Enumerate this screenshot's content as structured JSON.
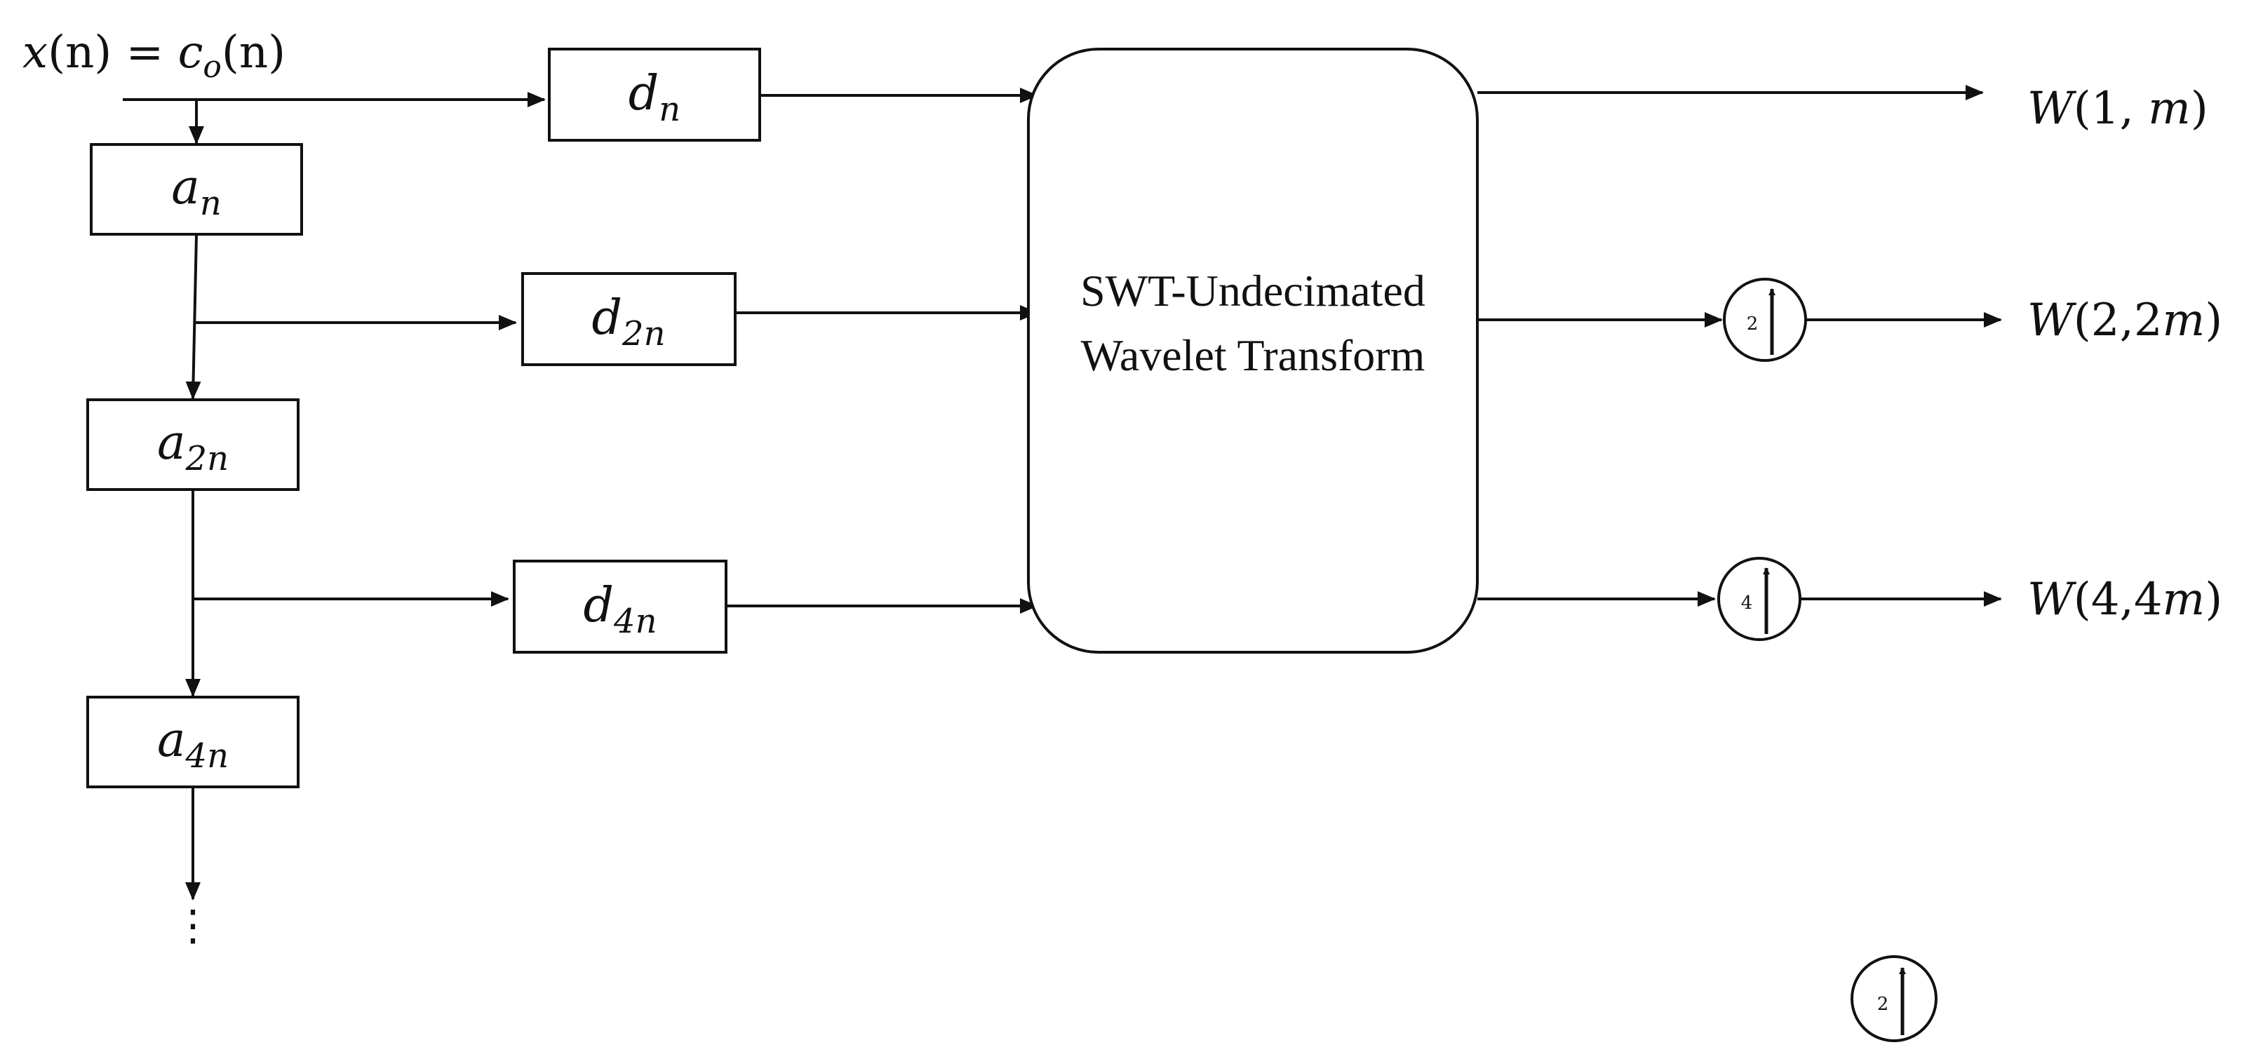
{
  "input": {
    "lhs": "x",
    "arg1": "(n)",
    "eq": " = ",
    "c": "c",
    "c_sub": "o",
    "arg2": "(n)"
  },
  "approx_boxes": [
    {
      "main": "a",
      "sub": "n"
    },
    {
      "main": "a",
      "sub": "2n"
    },
    {
      "main": "a",
      "sub": "4n"
    }
  ],
  "detail_boxes": [
    {
      "main": "d",
      "sub": "n"
    },
    {
      "main": "d",
      "sub": "2n"
    },
    {
      "main": "d",
      "sub": "4n"
    }
  ],
  "transform": {
    "line1": "SWT-Undecimated",
    "line2": "Wavelet Transform"
  },
  "upsamplers": [
    {
      "factor": "2"
    },
    {
      "factor": "4"
    }
  ],
  "outputs": [
    {
      "W": "W",
      "args": "(1, ",
      "m": "m",
      "close": ")"
    },
    {
      "W": "W",
      "args": "(2,2",
      "m": "m",
      "close": ")"
    },
    {
      "W": "W",
      "args": "(4,4",
      "m": "m",
      "close": ")"
    }
  ],
  "continuation": "⋮",
  "legend_upsampler": {
    "factor": "2"
  }
}
